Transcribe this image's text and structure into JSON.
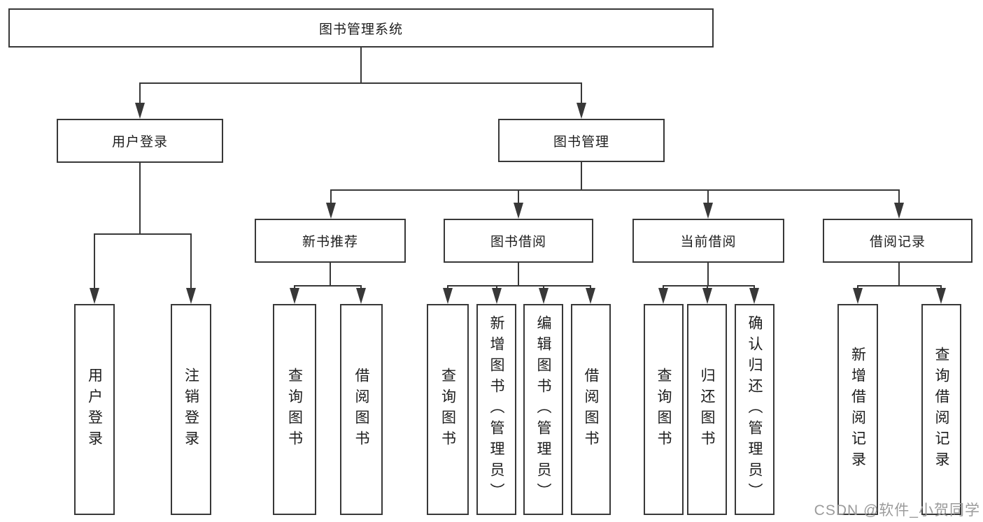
{
  "diagram": {
    "title": "图书管理系统",
    "watermark": "CSDN @软件_小贺同学"
  },
  "nodes": {
    "root": {
      "label": "图书管理系统"
    },
    "user_login": {
      "label": "用户登录"
    },
    "book_mgmt": {
      "label": "图书管理"
    },
    "new_book_rec": {
      "label": "新书推荐"
    },
    "book_borrow": {
      "label": "图书借阅"
    },
    "current_borrow": {
      "label": "当前借阅"
    },
    "borrow_record": {
      "label": "借阅记录"
    },
    "leaf_user_login": {
      "label": "用户登录"
    },
    "leaf_logout": {
      "label": "注销登录"
    },
    "leaf_nb_query": {
      "label": "查询图书"
    },
    "leaf_nb_borrow": {
      "label": "借阅图书"
    },
    "leaf_bb_query": {
      "label": "查询图书"
    },
    "leaf_bb_add": {
      "label": "新增图书（管理员）"
    },
    "leaf_bb_edit": {
      "label": "编辑图书（管理员）"
    },
    "leaf_bb_borrow": {
      "label": "借阅图书"
    },
    "leaf_cb_query": {
      "label": "查询图书"
    },
    "leaf_cb_return": {
      "label": "归还图书"
    },
    "leaf_cb_confirm": {
      "label": "确认归还（管理员）"
    },
    "leaf_br_add": {
      "label": "新增借阅记录"
    },
    "leaf_br_query": {
      "label": "查询借阅记录"
    }
  },
  "structure": {
    "root": "图书管理系统",
    "children": [
      {
        "label": "用户登录",
        "children": [
          "用户登录",
          "注销登录"
        ]
      },
      {
        "label": "图书管理",
        "children": [
          {
            "label": "新书推荐",
            "children": [
              "查询图书",
              "借阅图书"
            ]
          },
          {
            "label": "图书借阅",
            "children": [
              "查询图书",
              "新增图书（管理员）",
              "编辑图书（管理员）",
              "借阅图书"
            ]
          },
          {
            "label": "当前借阅",
            "children": [
              "查询图书",
              "归还图书",
              "确认归还（管理员）"
            ]
          },
          {
            "label": "借阅记录",
            "children": [
              "新增借阅记录",
              "查询借阅记录"
            ]
          }
        ]
      }
    ]
  }
}
